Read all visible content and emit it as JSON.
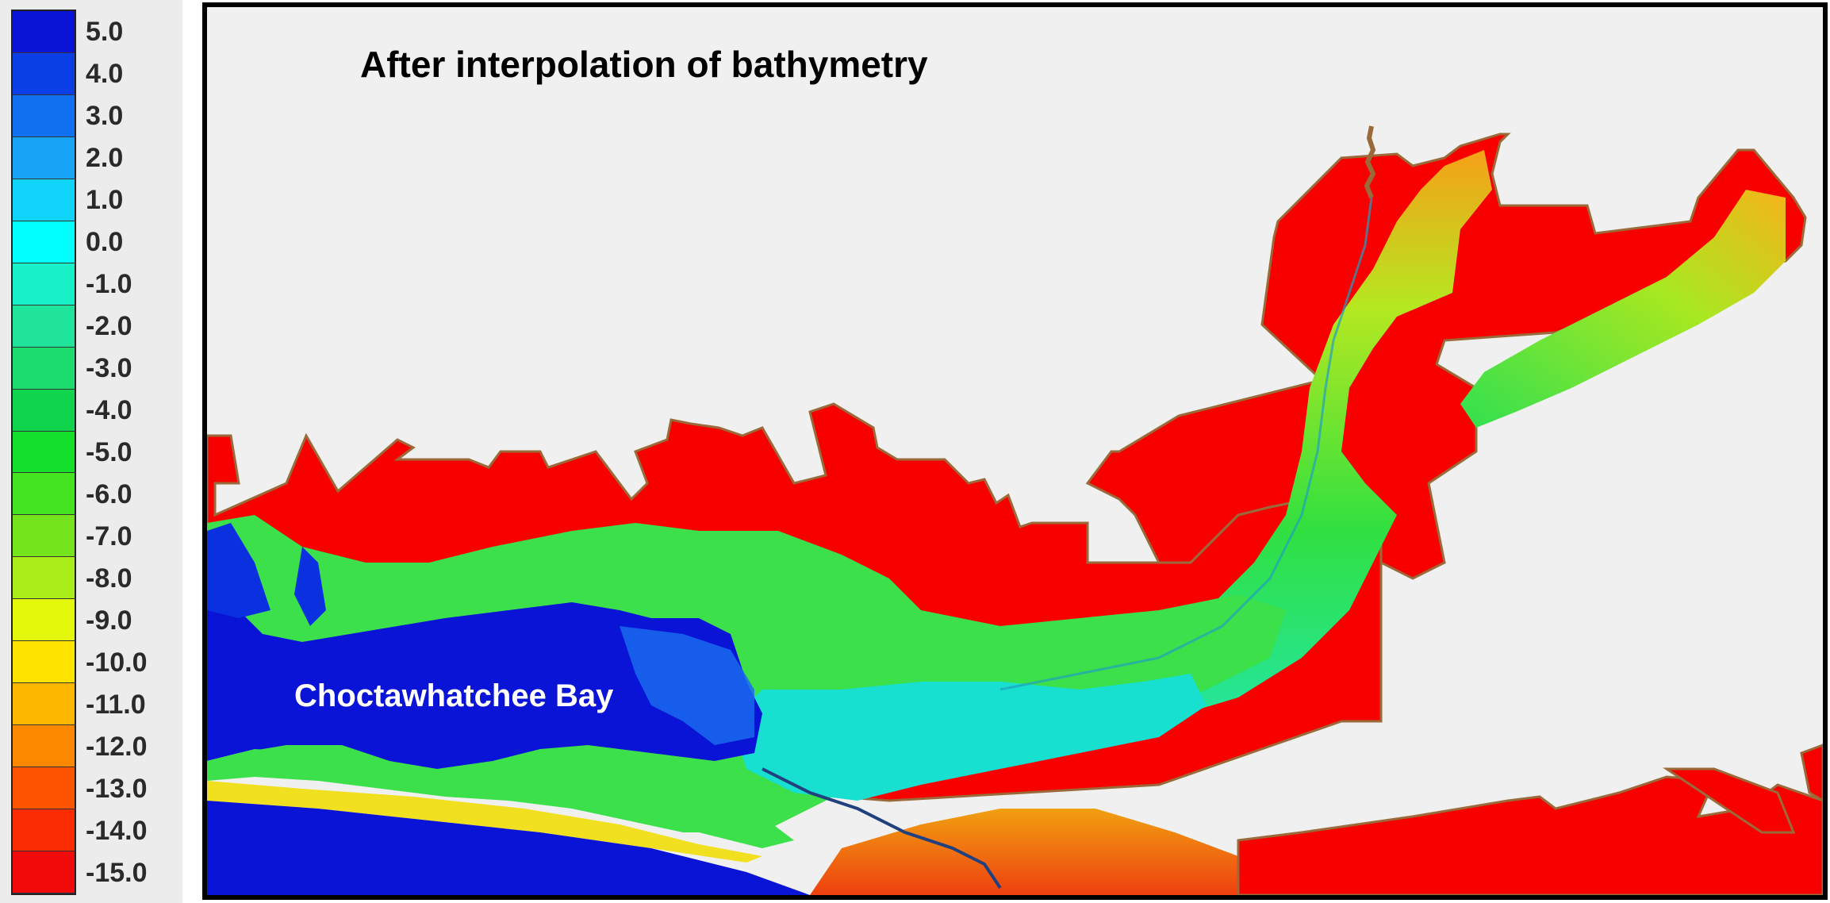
{
  "map": {
    "title": "After interpolation of bathymetry",
    "bay_label": "Choctawhatchee Bay"
  },
  "legend": {
    "levels": [
      {
        "label": "5.0",
        "color": "#0a14d6"
      },
      {
        "label": "4.0",
        "color": "#0a3fe6"
      },
      {
        "label": "3.0",
        "color": "#1070f0"
      },
      {
        "label": "2.0",
        "color": "#18a4f6"
      },
      {
        "label": "1.0",
        "color": "#10d4fa"
      },
      {
        "label": "0.0",
        "color": "#00ffff"
      },
      {
        "label": "-1.0",
        "color": "#18f0c8"
      },
      {
        "label": "-2.0",
        "color": "#20e49a"
      },
      {
        "label": "-3.0",
        "color": "#1cdc70"
      },
      {
        "label": "-4.0",
        "color": "#10d44c"
      },
      {
        "label": "-5.0",
        "color": "#14e02c"
      },
      {
        "label": "-6.0",
        "color": "#44e420"
      },
      {
        "label": "-7.0",
        "color": "#74e41c"
      },
      {
        "label": "-8.0",
        "color": "#a8ec18"
      },
      {
        "label": "-9.0",
        "color": "#e4f80c"
      },
      {
        "label": "-10.0",
        "color": "#fce400"
      },
      {
        "label": "-11.0",
        "color": "#fcb800"
      },
      {
        "label": "-12.0",
        "color": "#fc8800"
      },
      {
        "label": "-13.0",
        "color": "#fc5400"
      },
      {
        "label": "-14.0",
        "color": "#f82c00"
      },
      {
        "label": "-15.0",
        "color": "#f00a0a"
      }
    ]
  },
  "colors": {
    "deep_water": "#0a14d6",
    "channel": "#1a6af0",
    "shallow": "#18e0d0",
    "marsh": "#3ce04a",
    "upland": "#f80000",
    "boundary": "#9a6a3a",
    "background": "#f0f0f0"
  }
}
